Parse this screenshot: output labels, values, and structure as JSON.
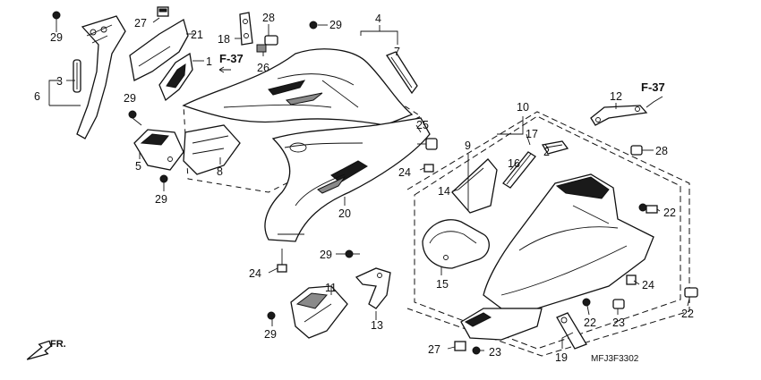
{
  "callouts": {
    "c1": "1",
    "c2": "2",
    "c3": "3",
    "c4": "4",
    "c5": "5",
    "c6": "6",
    "c7": "7",
    "c8": "8",
    "c9": "9",
    "c10": "10",
    "c11": "11",
    "c12": "12",
    "c13": "13",
    "c14": "14",
    "c15": "15",
    "c16": "16",
    "c17": "17",
    "c18": "18",
    "c19": "19",
    "c20": "20",
    "c21": "21",
    "c22a": "22",
    "c22b": "22",
    "c22c": "22",
    "c23a": "23",
    "c23b": "23",
    "c24a": "24",
    "c24b": "24",
    "c24c": "24",
    "c25": "25",
    "c26": "26",
    "c27a": "27",
    "c27b": "27",
    "c28a": "28",
    "c28b": "28",
    "c29a": "29",
    "c29b": "29",
    "c29c": "29",
    "c29d": "29",
    "c29e": "29",
    "c29f": "29"
  },
  "refs": {
    "left": "F-37",
    "right": "F-37"
  },
  "direction": "FR.",
  "diagram_code": "MFJ3F3302"
}
